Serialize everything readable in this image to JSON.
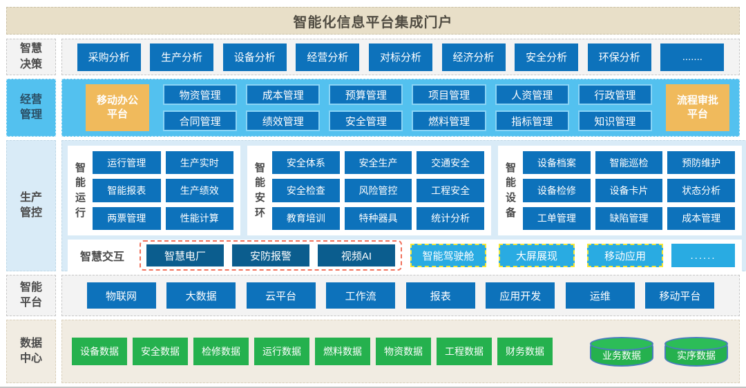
{
  "title": "智能化信息平台集成门户",
  "decision": {
    "label": "智慧\n决策",
    "items": [
      "采购分析",
      "生产分析",
      "设备分析",
      "经营分析",
      "对标分析",
      "经济分析",
      "安全分析",
      "环保分析",
      "......."
    ]
  },
  "management": {
    "label": "经营\n管理",
    "mobile_platform": "移动办公\n平台",
    "approval_platform": "流程审批\n平台",
    "row1": [
      "物资管理",
      "成本管理",
      "预算管理",
      "项目管理",
      "人资管理",
      "行政管理"
    ],
    "row2": [
      "合同管理",
      "绩效管理",
      "安全管理",
      "燃料管理",
      "指标管理",
      "知识管理"
    ]
  },
  "production": {
    "label": "生产\n管控",
    "operation": {
      "label": "智能运行",
      "items": [
        "运行管理",
        "生产实时",
        "智能报表",
        "生产绩效",
        "两票管理",
        "性能计算"
      ]
    },
    "safety": {
      "label": "智能安环",
      "items": [
        "安全体系",
        "安全生产",
        "交通安全",
        "安全检查",
        "风险管控",
        "工程安全",
        "教育培训",
        "特种器具",
        "统计分析"
      ]
    },
    "equipment": {
      "label": "智能设备",
      "items": [
        "设备档案",
        "智能巡检",
        "预防维护",
        "设备检修",
        "设备卡片",
        "状态分析",
        "工单管理",
        "缺陷管理",
        "成本管理"
      ]
    },
    "interaction": {
      "label": "智慧交互",
      "dark_items": [
        "智慧电厂",
        "安防报警",
        "视频AI"
      ],
      "cyan_items": [
        "智能驾驶舱",
        "大屏展现",
        "移动应用"
      ],
      "more": "......"
    }
  },
  "platform": {
    "label": "智能\n平台",
    "items": [
      "物联网",
      "大数据",
      "云平台",
      "工作流",
      "报表",
      "应用开发",
      "运维",
      "移动平台"
    ]
  },
  "datacenter": {
    "label": "数据\n中心",
    "items": [
      "设备数据",
      "安全数据",
      "检修数据",
      "运行数据",
      "燃料数据",
      "物资数据",
      "工程数据",
      "财务数据"
    ],
    "cylinders": [
      "业务数据",
      "实序数据"
    ]
  },
  "colors": {
    "primary_blue": "#0d72bb",
    "dark_blue": "#0b5d8e",
    "cyan": "#29abe2",
    "light_blue_band": "#53c1ef",
    "pale_blue_band": "#d9ebf7",
    "orange_platform": "#f0ba5c",
    "green_data": "#25b14e",
    "header_beige": "#e8dfc8",
    "datacenter_cream": "#f1ece2",
    "red_dash_border": "#f1705a",
    "yellow_dash_border": "#f5e636",
    "cylinder_outline": "#4a7dbd"
  }
}
